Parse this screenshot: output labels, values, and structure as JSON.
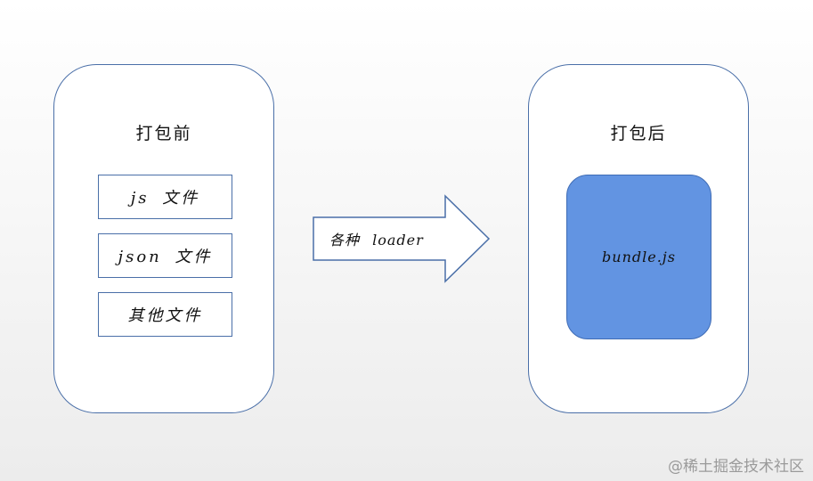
{
  "before": {
    "title": "打包前",
    "files": [
      {
        "label": "js 文件"
      },
      {
        "label": "json 文件"
      },
      {
        "label": "其他文件"
      }
    ]
  },
  "arrow": {
    "label": "各种 loader"
  },
  "after": {
    "title": "打包后",
    "bundle": "bundle.js"
  },
  "watermark": "@稀土掘金技术社区",
  "colors": {
    "outline": "#4a6fa8",
    "bundle_fill": "#6294e2"
  }
}
